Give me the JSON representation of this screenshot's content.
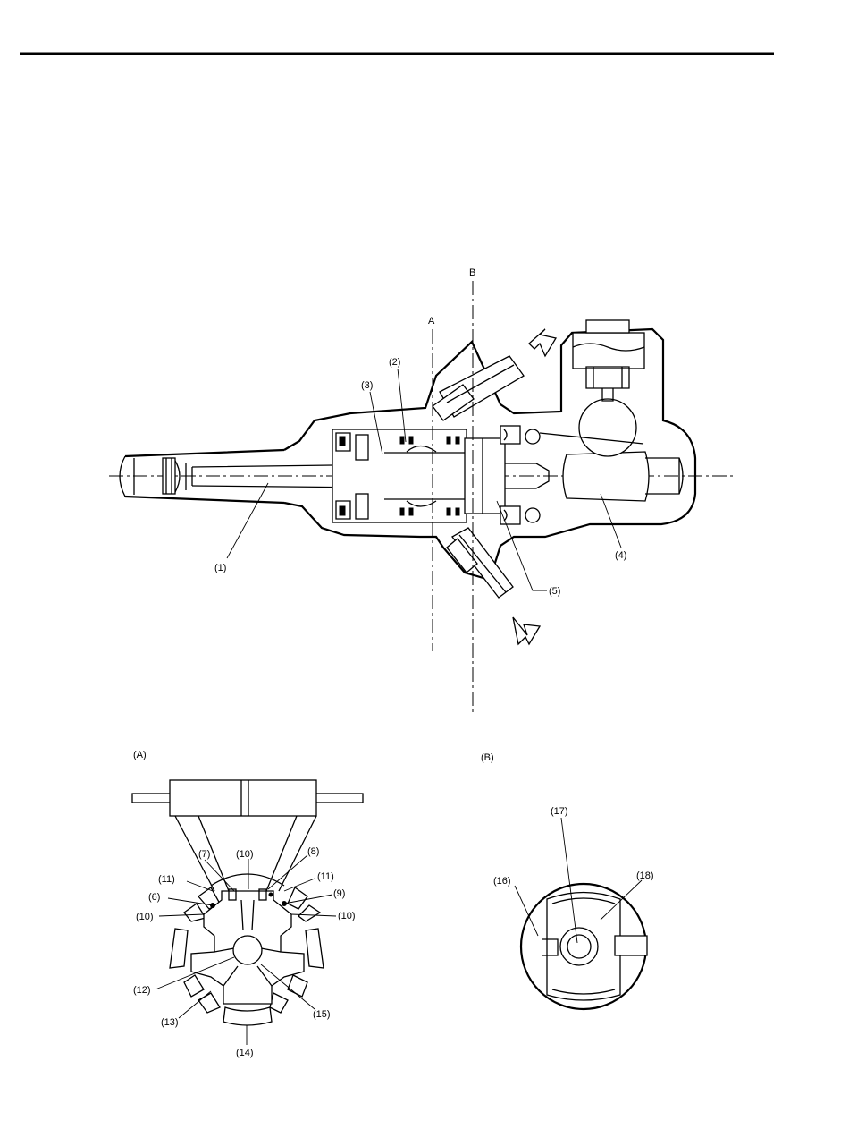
{
  "section_labels": {
    "a": "A",
    "b": "B",
    "view_a": "(A)",
    "view_b": "(B)"
  },
  "callouts": {
    "c1": "(1)",
    "c2": "(2)",
    "c3": "(3)",
    "c4": "(4)",
    "c5": "(5)",
    "c6": "(6)",
    "c7": "(7)",
    "c8": "(8)",
    "c9": "(9)",
    "c10a": "(10)",
    "c10b": "(10)",
    "c10c": "(10)",
    "c11a": "(11)",
    "c11b": "(11)",
    "c12": "(12)",
    "c13": "(13)",
    "c14": "(14)",
    "c15": "(15)",
    "c16": "(16)",
    "c17": "(17)",
    "c18": "(18)"
  },
  "icons": {
    "flow_in": "flow-in-arrow-icon",
    "flow_out": "flow-out-arrow-icon"
  },
  "colors": {
    "ink": "#000000",
    "paper": "#ffffff"
  }
}
